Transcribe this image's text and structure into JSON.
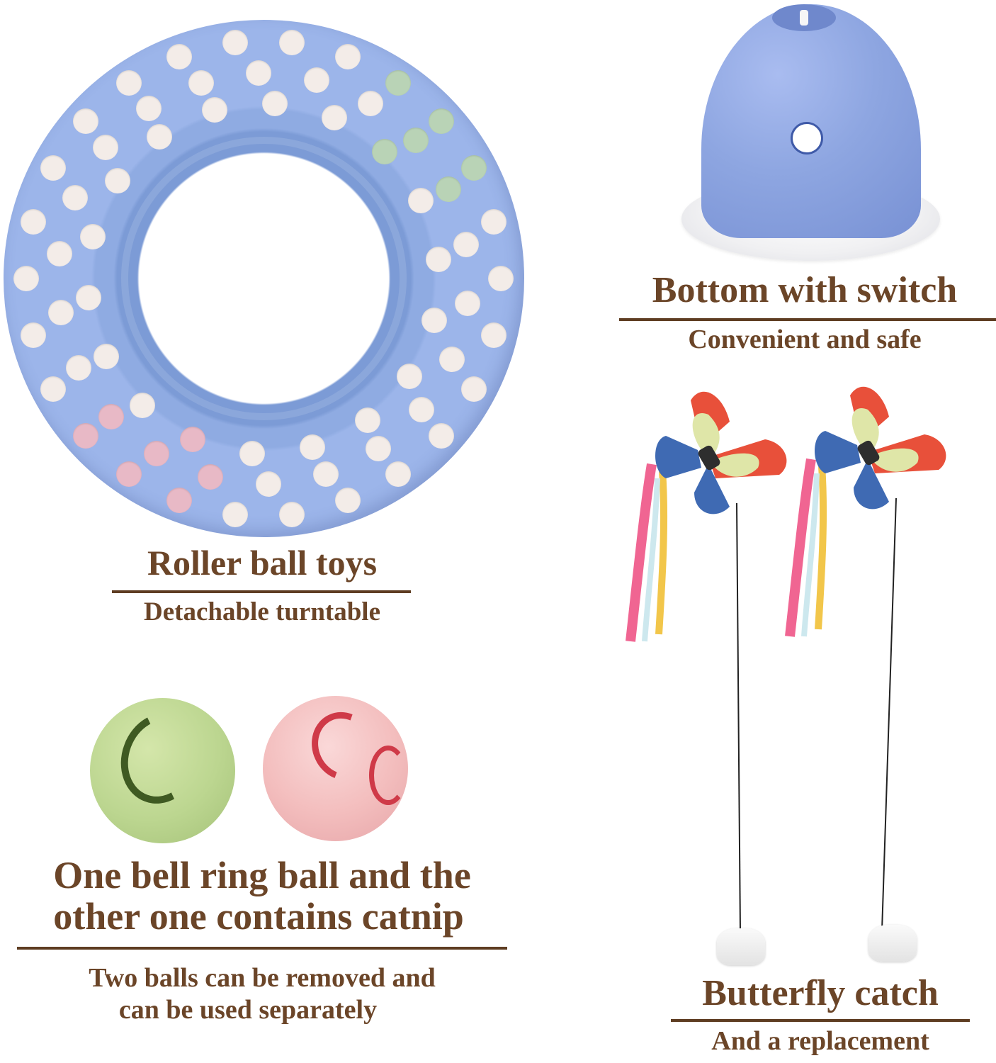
{
  "sections": {
    "turntable": {
      "title": "Roller ball toys",
      "subtitle": "Detachable turntable",
      "image_alt": "blue perforated ring turntable"
    },
    "base": {
      "title": "Bottom with switch",
      "subtitle": "Convenient and safe",
      "image_alt": "blue dome base with white switch button"
    },
    "balls": {
      "title_line1": "One bell ring ball and the",
      "title_line2": "other one contains catnip",
      "subtitle_line1": "Two balls can be removed and",
      "subtitle_line2": "can be used separately",
      "image_alt": "green ball and pink ball"
    },
    "butterfly": {
      "title": "Butterfly catch",
      "subtitle": "And a replacement",
      "image_alt": "two butterfly wands with ribbons"
    }
  },
  "colors": {
    "text": "#6b4528",
    "rule": "#5e3d22",
    "ring_blue": "#9cb5ea",
    "ball_green": "#bcd690",
    "ball_pink": "#f3bdbd"
  }
}
